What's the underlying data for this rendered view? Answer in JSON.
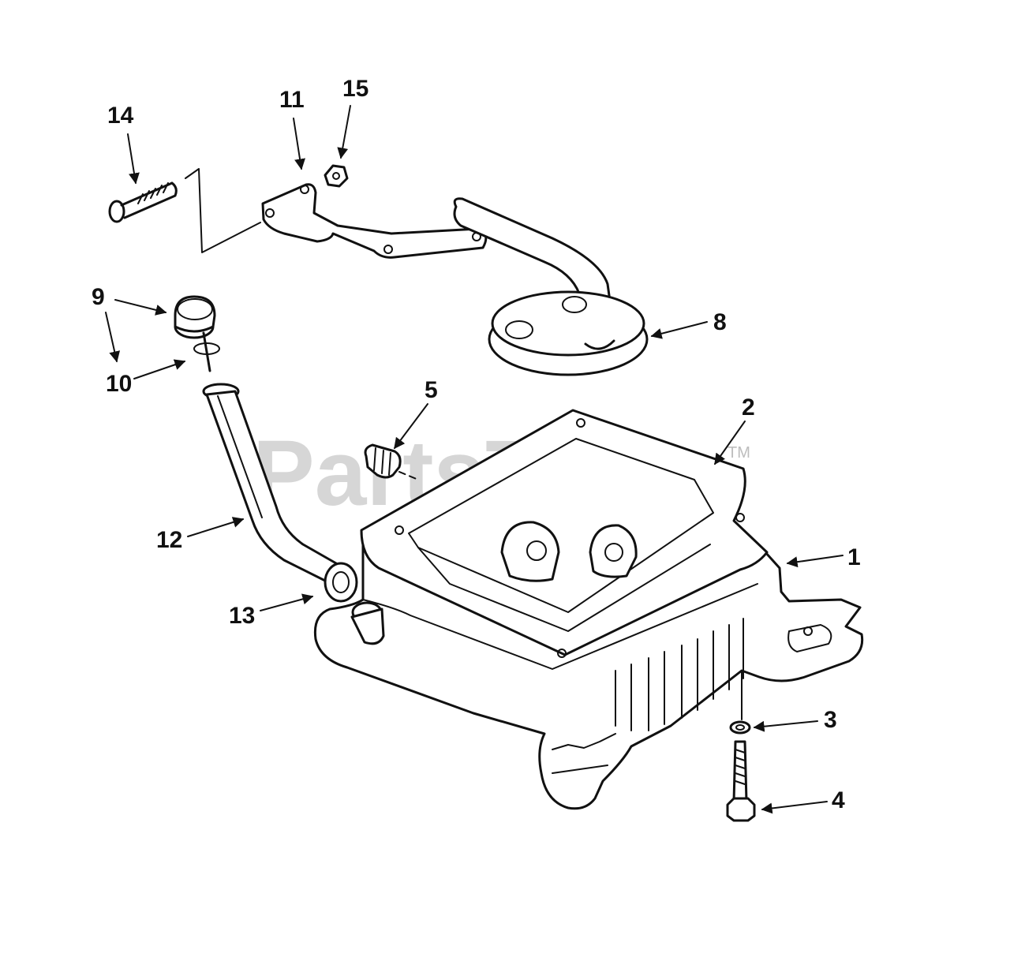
{
  "watermark": {
    "text": "PartsTree",
    "trademark": "TM"
  },
  "callouts": [
    {
      "id": "1",
      "label": "1"
    },
    {
      "id": "2",
      "label": "2"
    },
    {
      "id": "3",
      "label": "3"
    },
    {
      "id": "4",
      "label": "4"
    },
    {
      "id": "5",
      "label": "5"
    },
    {
      "id": "8",
      "label": "8"
    },
    {
      "id": "9",
      "label": "9"
    },
    {
      "id": "10",
      "label": "10"
    },
    {
      "id": "11",
      "label": "11"
    },
    {
      "id": "12",
      "label": "12"
    },
    {
      "id": "13",
      "label": "13"
    },
    {
      "id": "14",
      "label": "14"
    },
    {
      "id": "15",
      "label": "15"
    }
  ]
}
